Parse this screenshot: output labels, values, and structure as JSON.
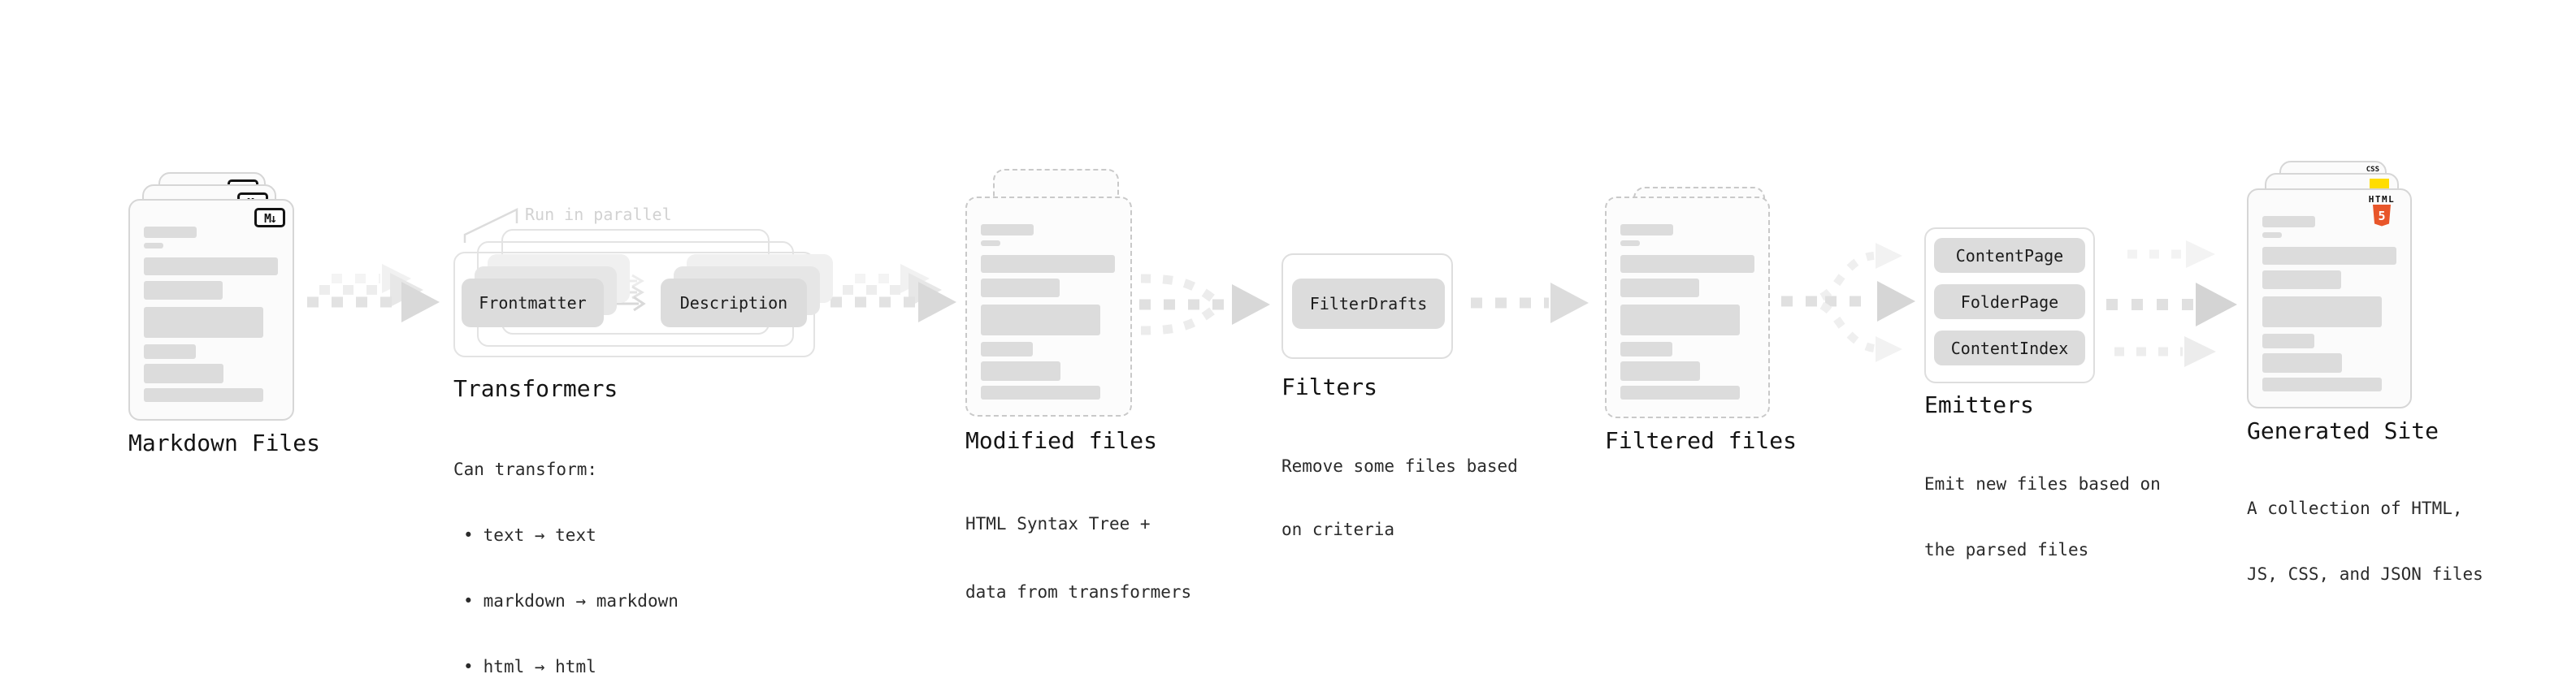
{
  "stages": {
    "markdown_files": {
      "label": "Markdown Files",
      "icon_text": "M↓"
    },
    "transformers": {
      "label": "Transformers",
      "annotation": "Run in parallel",
      "nodes": [
        "Frontmatter",
        "Description"
      ],
      "description_title": "Can transform:",
      "bullet": "•",
      "bullets": [
        "text → text",
        "markdown → markdown",
        "html → html"
      ]
    },
    "modified_files": {
      "label": "Modified files",
      "description": [
        "HTML Syntax Tree +",
        "data from transformers"
      ]
    },
    "filters": {
      "label": "Filters",
      "nodes": [
        "FilterDrafts"
      ],
      "description": [
        "Remove some files based",
        "on criteria"
      ]
    },
    "filtered_files": {
      "label": "Filtered files"
    },
    "emitters": {
      "label": "Emitters",
      "nodes": [
        "ContentPage",
        "FolderPage",
        "ContentIndex"
      ],
      "description": [
        "Emit new files based on",
        "the parsed files"
      ]
    },
    "generated_site": {
      "label": "Generated Site",
      "description": [
        "A collection of HTML,",
        "JS, CSS, and JSON files"
      ],
      "file_badges": {
        "html_text": "HTML",
        "html_number": "5",
        "css_text": "CSS"
      }
    }
  },
  "colors": {
    "html5_orange": "#e8562a",
    "css_blue": "#2965f1",
    "js_yellow": "#ffdd00"
  }
}
